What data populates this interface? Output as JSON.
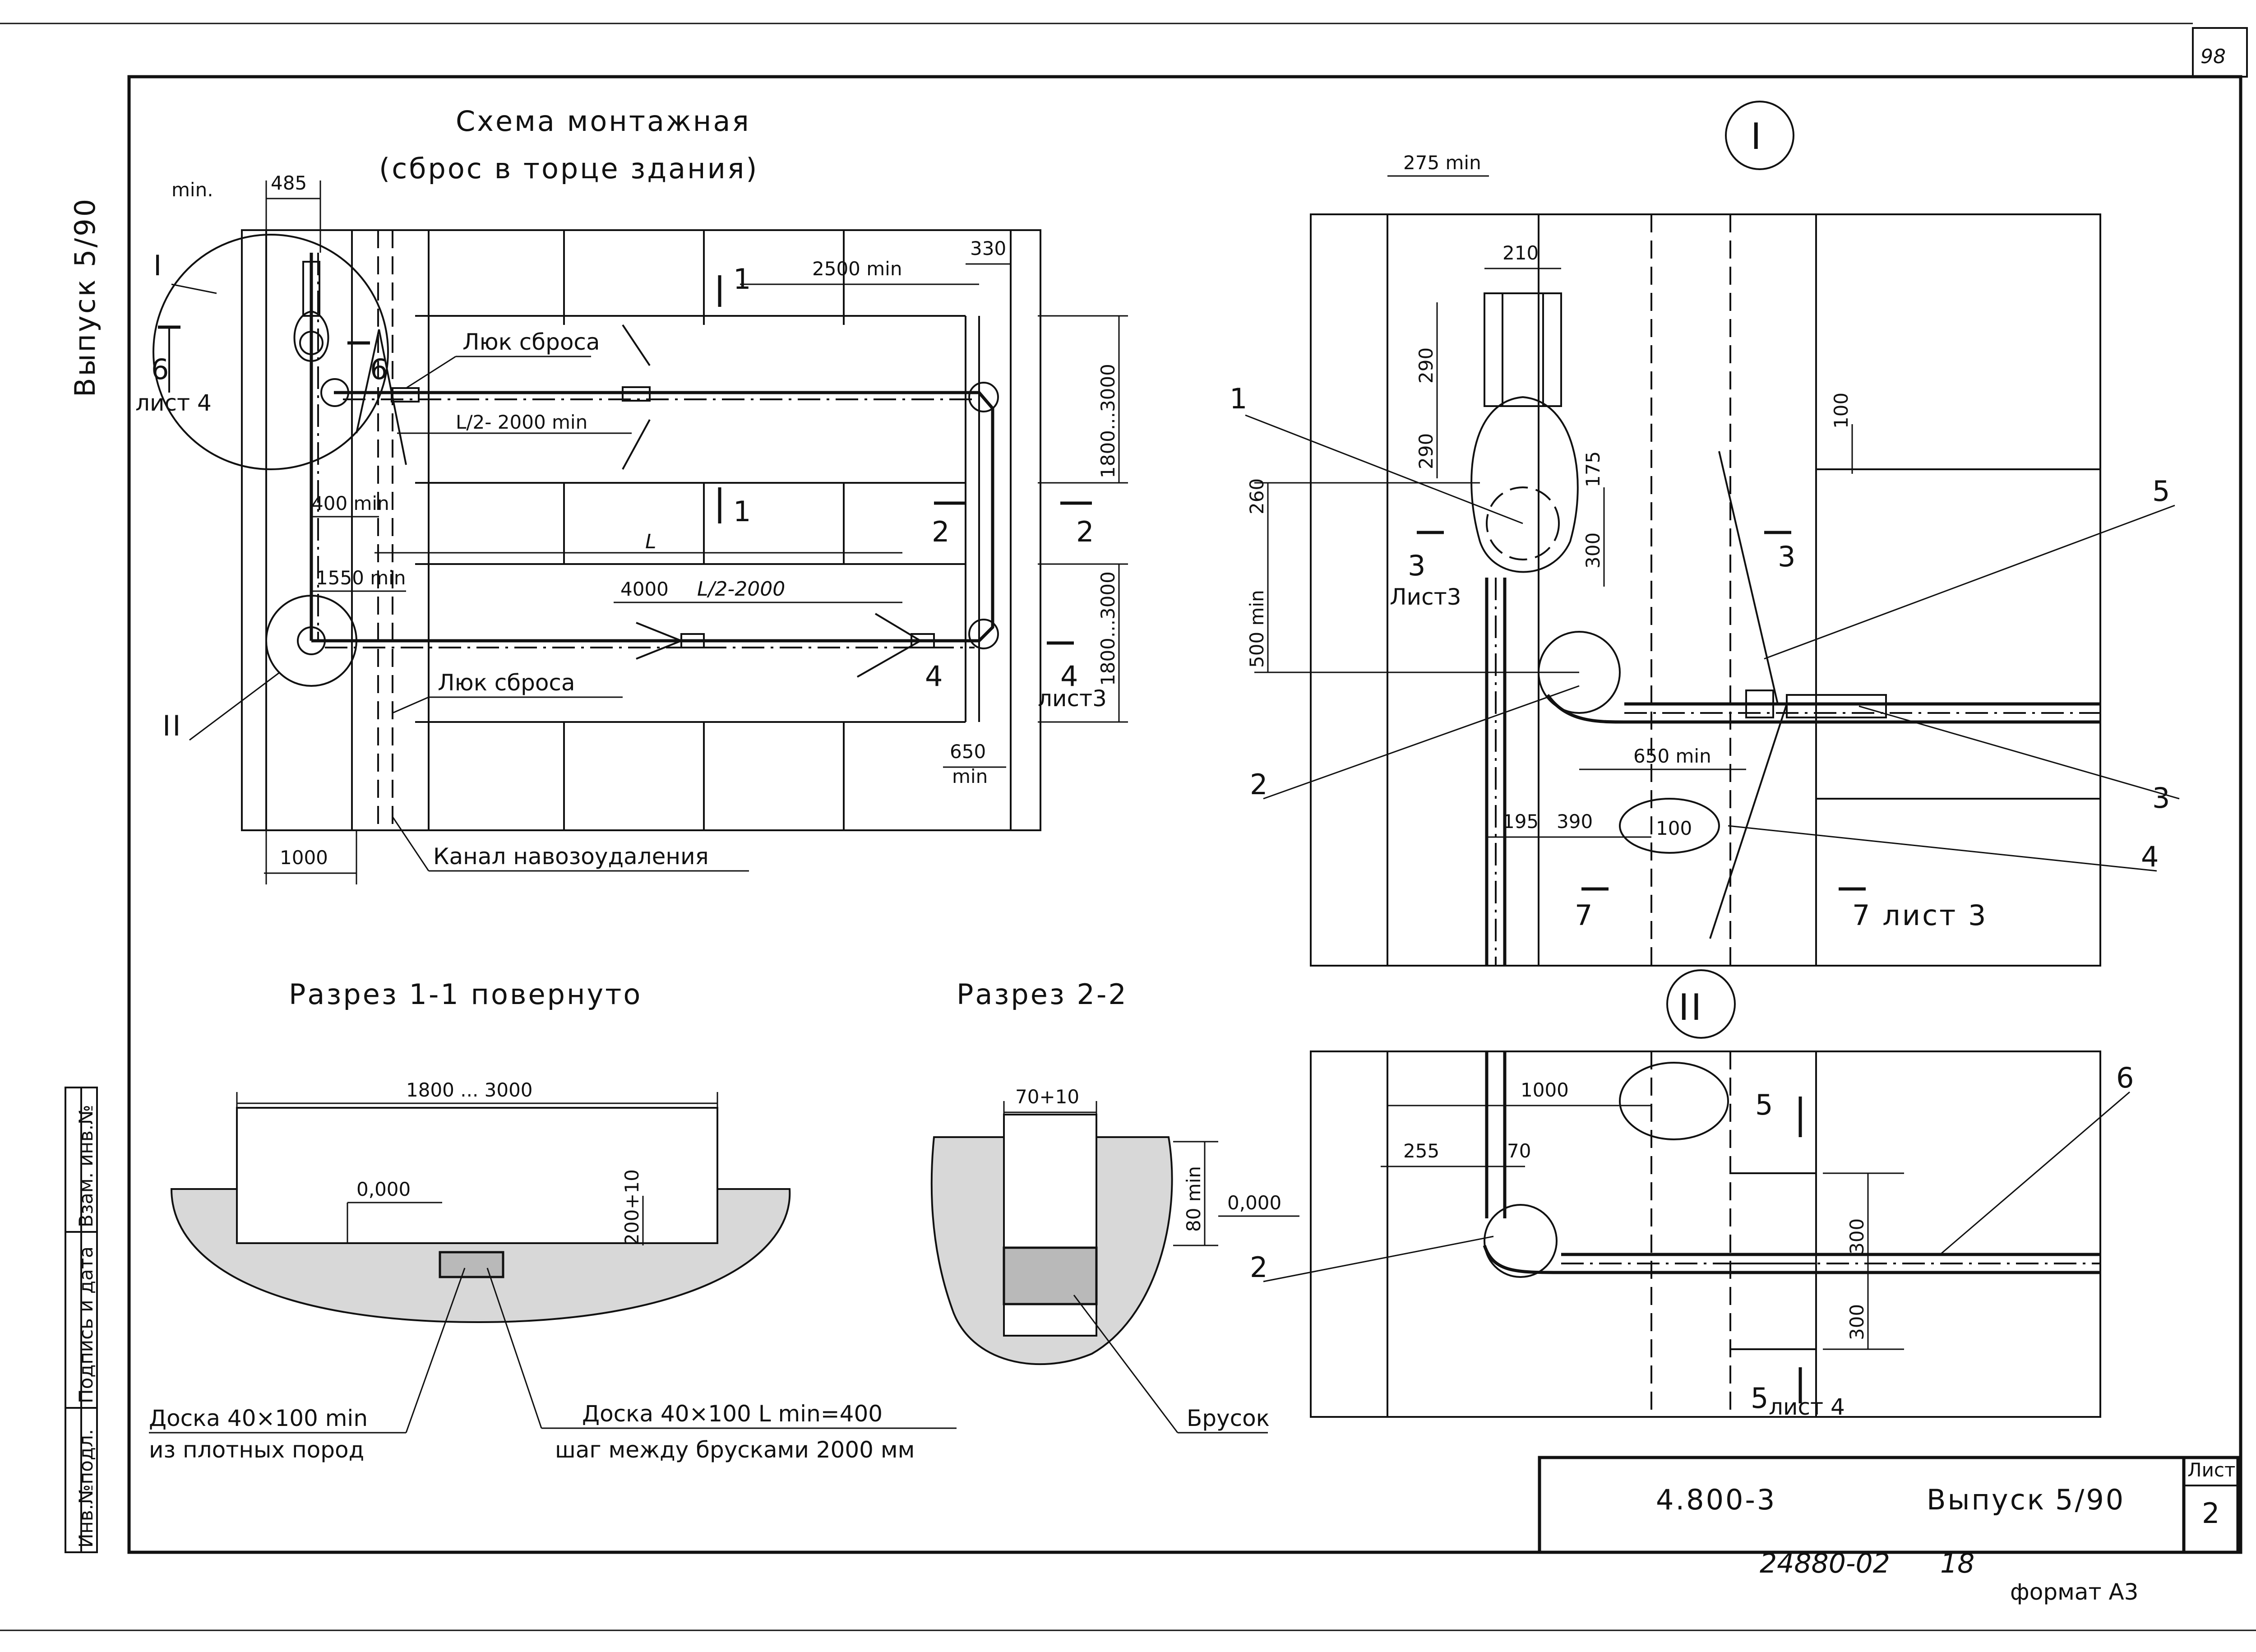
{
  "sheet": {
    "page_number": "98",
    "side_label": "Выпуск 5/90",
    "format": "формат А3",
    "archive_number": "24880-02",
    "archive_suffix": "18"
  },
  "title_block": {
    "designation": "4.800-3",
    "issue_label": "Выпуск",
    "issue": "5/90",
    "sheet_label": "Лист",
    "sheet_number": "2",
    "side_columns": [
      "Инв.№подл.",
      "Подпись и дата",
      "Взам. инв.№"
    ]
  },
  "plan": {
    "title_line1": "Схема монтажная",
    "title_line2": "(сброс в торце здания)",
    "labels": {
      "detail1": "I",
      "detail2": "II",
      "min": "min.",
      "dim485": "485",
      "dim2500": "2500 min",
      "dim330": "330",
      "hatch_top": "Люк сброса",
      "half_top": "L/2- 2000 min",
      "dim_top_span": "1800...3000",
      "dim400": "400 min",
      "dimL": "L",
      "dim1550": "1550 min",
      "dim4000": "4000",
      "half_bottom": "L/2-2000",
      "dim_bottom_span": "1800...3000",
      "hatch_bottom": "Люк сброса",
      "dim650": "650",
      "dim650min": "min",
      "dim1000": "1000",
      "channel": "Канал навозоудаления",
      "sec6": "6",
      "sheet4": "лист 4",
      "sec1": "1",
      "sec2": "2",
      "sec4": "4",
      "sheet3": "лист3"
    }
  },
  "section11": {
    "title": "Разрез 1-1 повернуто",
    "span": "1800 ... 3000",
    "level": "0,000",
    "depth": "200+10",
    "board1_line1": "Доска 40×100 min",
    "board1_line2": "из плотных пород",
    "board2_line1": "Доска 40×100 L min=400",
    "board2_line2": "шаг между брусками 2000 мм"
  },
  "section22": {
    "title": "Разрез 2-2",
    "width": "70+10",
    "depth": "80 min",
    "level": "0,000",
    "bar": "Брусок"
  },
  "detailI": {
    "marker": "I",
    "dim275": "275 min",
    "dim210": "210",
    "dim290a": "290",
    "dim290b": "290",
    "dim260": "260",
    "dim500": "500 min",
    "dim175": "175",
    "dim300": "300",
    "dim100": "100",
    "dim650": "650 min",
    "dim195": "195",
    "dim390": "390",
    "dim100b": "100",
    "sec3": "3",
    "sheet3": "Лист3",
    "sec7": "7",
    "sec7b": "7 лист 3",
    "callouts": [
      "1",
      "2",
      "3",
      "4",
      "5"
    ]
  },
  "detailII": {
    "marker": "II",
    "dim1000": "1000",
    "dim255": "255",
    "dim70": "70",
    "dim300a": "300",
    "dim300b": "300",
    "sec5": "5",
    "sheet4": "лист 4",
    "callouts": [
      "2",
      "6"
    ]
  }
}
